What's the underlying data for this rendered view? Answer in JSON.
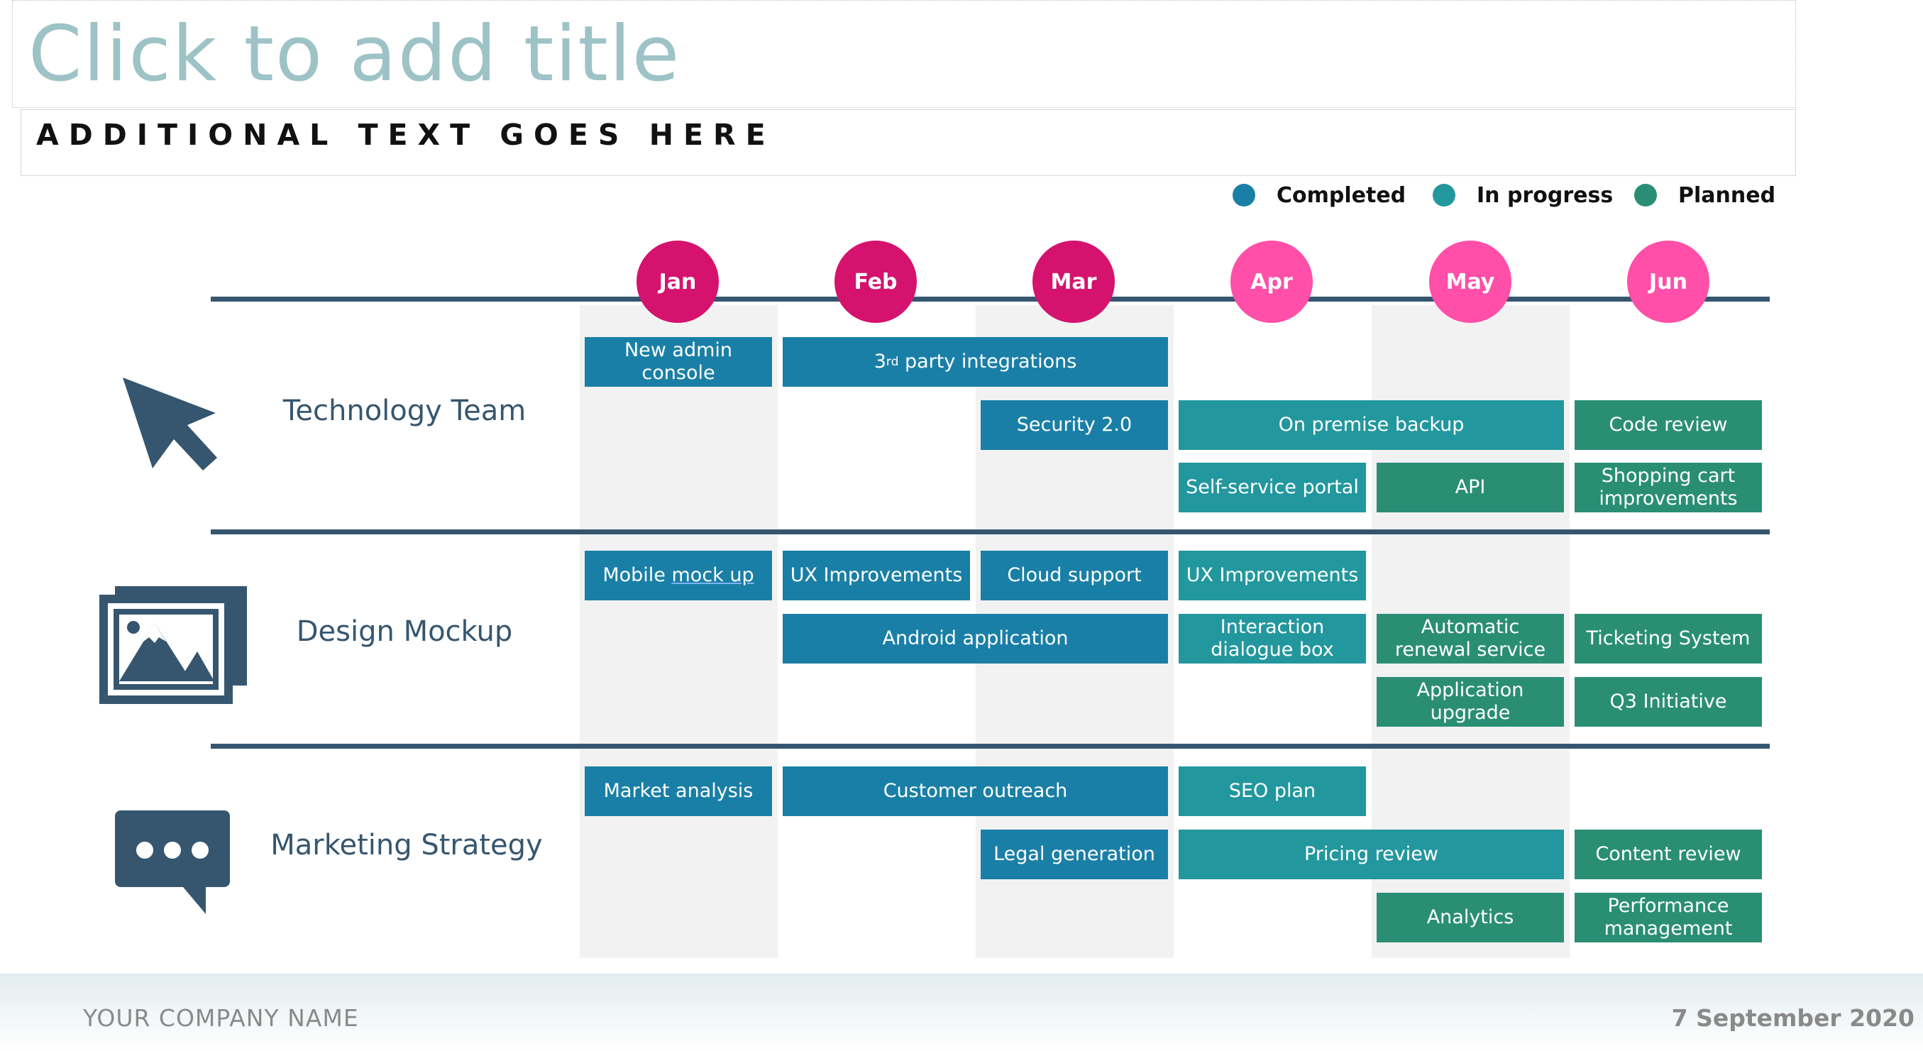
{
  "title": "Click to add title",
  "subtitle": "ADDITIONAL TEXT GOES HERE",
  "legend": [
    {
      "label": "Completed",
      "color": "#1a7fa6"
    },
    {
      "label": "In progress",
      "color": "#23979e"
    },
    {
      "label": "Planned",
      "color": "#2a8e75"
    }
  ],
  "months": [
    {
      "label": "Jan",
      "color": "#d5126e"
    },
    {
      "label": "Feb",
      "color": "#d5126e"
    },
    {
      "label": "Mar",
      "color": "#d5126e"
    },
    {
      "label": "Apr",
      "color": "#ff4fa8"
    },
    {
      "label": "May",
      "color": "#ff4fa8"
    },
    {
      "label": "Jun",
      "color": "#ff4fa8"
    }
  ],
  "teams": [
    {
      "label": "Technology Team",
      "icon": "cursor-icon"
    },
    {
      "label": "Design Mockup",
      "icon": "image-gallery-icon"
    },
    {
      "label": "Marketing Strategy",
      "icon": "chat-bubble-icon"
    }
  ],
  "tasks": {
    "tech": {
      "new_admin_console": "New admin console",
      "third_party_prefix": "3",
      "third_party_sup": "rd",
      "third_party_rest": " party integrations",
      "security": "Security 2.0",
      "on_premise": "On premise backup",
      "code_review": "Code review",
      "self_service": "Self-service portal",
      "api": "API",
      "shopping_cart": "Shopping cart improvements"
    },
    "design": {
      "mobile_prefix": "Mobile ",
      "mobile_underlined": "mock up",
      "ux_feb": "UX Improvements",
      "cloud_support": "Cloud support",
      "ux_apr": "UX Improvements",
      "android": "Android application",
      "interaction": "Interaction dialogue box",
      "automatic_renewal": "Automatic renewal service",
      "ticketing": "Ticketing System",
      "app_upgrade": "Application upgrade",
      "q3": "Q3 Initiative"
    },
    "marketing": {
      "market_analysis": "Market analysis",
      "customer_outreach": "Customer outreach",
      "seo": "SEO plan",
      "legal": "Legal generation",
      "pricing": "Pricing review",
      "content_review": "Content review",
      "analytics": "Analytics",
      "performance": "Performance management"
    }
  },
  "footer": {
    "company": "YOUR COMPANY NAME",
    "date": "7 September 2020"
  }
}
